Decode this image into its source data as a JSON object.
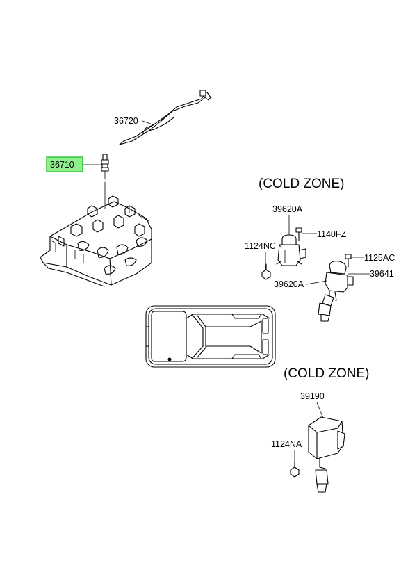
{
  "zones": {
    "upper": "(COLD ZONE)",
    "lower": "(COLD ZONE)"
  },
  "parts": {
    "p36720": "36720",
    "p36710": "36710",
    "p39620A_top": "39620A",
    "p1140FZ": "1140FZ",
    "p1124NC": "1124NC",
    "p1125AC": "1125AC",
    "p39641": "39641",
    "p39620A_bottom": "39620A",
    "p39190": "39190",
    "p1124NA": "1124NA"
  },
  "highlight": {
    "part": "36710",
    "color": "#8df08d",
    "border_color": "#2fbf2f"
  }
}
